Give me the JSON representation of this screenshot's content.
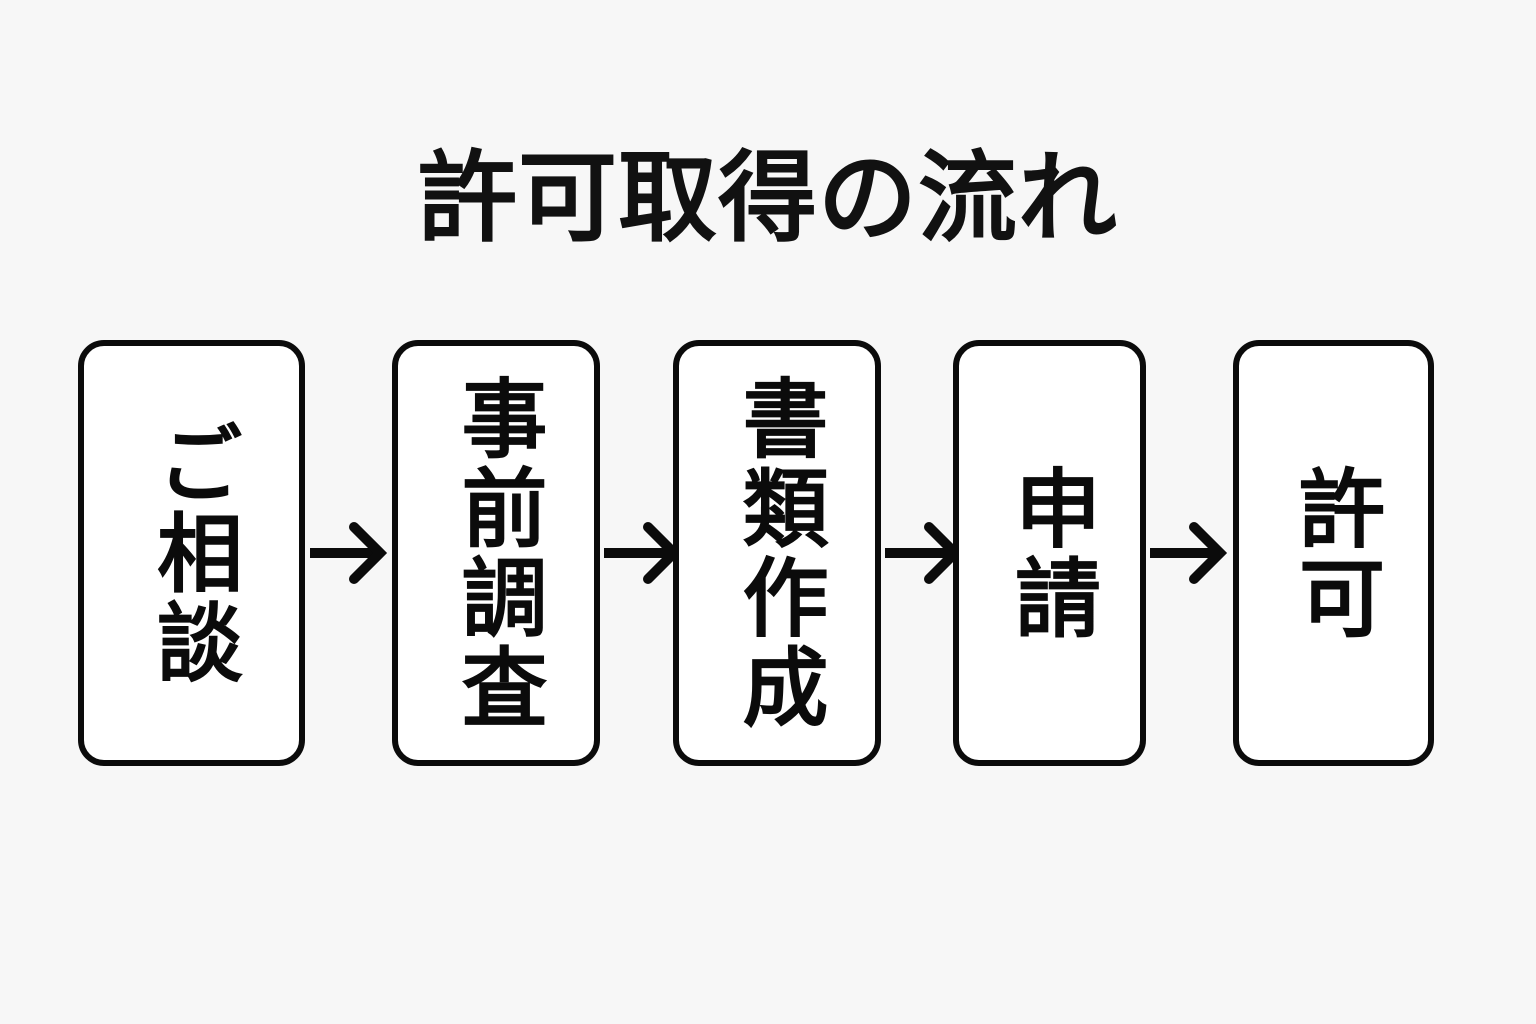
{
  "page": {
    "title": "許可取得の流れ",
    "background_color": "#f7f7f7",
    "ink_color": "#0b0b0b",
    "box_fill_color": "#ffffff"
  },
  "flow": {
    "orientation": "horizontal",
    "text_direction": "vertical",
    "connector_glyph": "→",
    "steps": [
      {
        "index": 1,
        "label": "ご相談"
      },
      {
        "index": 2,
        "label": "事前調査"
      },
      {
        "index": 3,
        "label": "書類作成"
      },
      {
        "index": 4,
        "label": "申請"
      },
      {
        "index": 5,
        "label": "許可"
      }
    ],
    "arrows": [
      {
        "from": "ご相談",
        "to": "事前調査"
      },
      {
        "from": "事前調査",
        "to": "書類作成"
      },
      {
        "from": "書類作成",
        "to": "申請"
      },
      {
        "from": "申請",
        "to": "許可"
      }
    ]
  }
}
